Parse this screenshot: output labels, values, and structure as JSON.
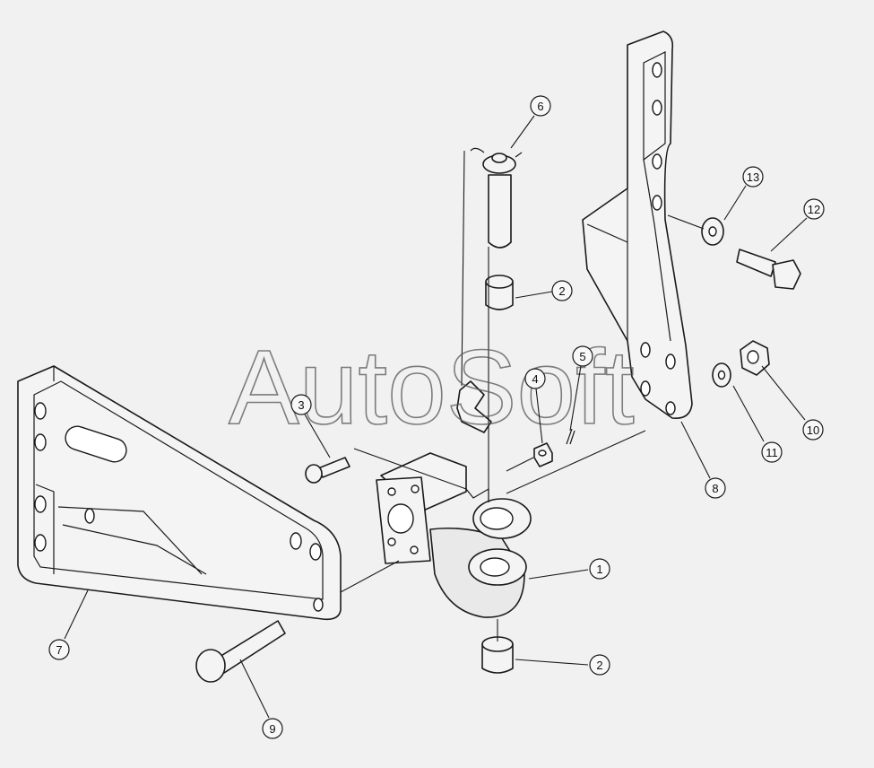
{
  "watermark": "AutoSoft",
  "callouts": [
    {
      "id": "callout-1",
      "label": "1"
    },
    {
      "id": "callout-2-top",
      "label": "2"
    },
    {
      "id": "callout-2-bottom",
      "label": "2"
    },
    {
      "id": "callout-3",
      "label": "3"
    },
    {
      "id": "callout-4",
      "label": "4"
    },
    {
      "id": "callout-5",
      "label": "5"
    },
    {
      "id": "callout-6",
      "label": "6"
    },
    {
      "id": "callout-7",
      "label": "7"
    },
    {
      "id": "callout-8",
      "label": "8"
    },
    {
      "id": "callout-9",
      "label": "9"
    },
    {
      "id": "callout-10",
      "label": "10"
    },
    {
      "id": "callout-11",
      "label": "11"
    },
    {
      "id": "callout-12",
      "label": "12"
    },
    {
      "id": "callout-13",
      "label": "13"
    }
  ]
}
